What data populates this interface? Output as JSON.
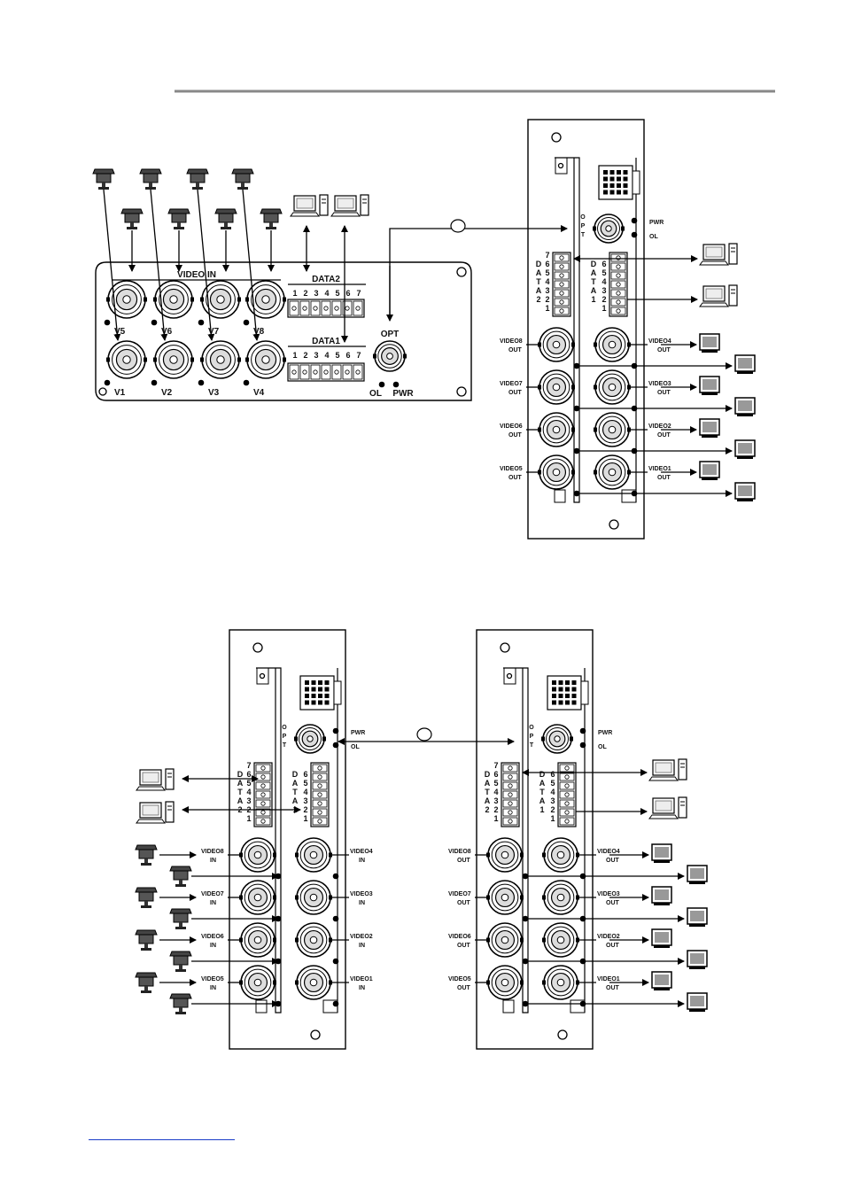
{
  "unit_a": {
    "video_in_label": "VIDEO IN",
    "top_row_labels": [
      "V5",
      "V6",
      "V7",
      "V8"
    ],
    "bottom_row_labels": [
      "V1",
      "V2",
      "V3",
      "V4"
    ],
    "data2_label": "DATA2",
    "data1_label": "DATA1",
    "pin_numbers": [
      "1",
      "2",
      "3",
      "4",
      "5",
      "6",
      "7"
    ],
    "opt_label": "OPT",
    "ol_label": "OL",
    "pwr_label": "PWR"
  },
  "card": {
    "opt_letters": [
      "O",
      "P",
      "T"
    ],
    "pwr_label": "PWR",
    "ol_label": "OL",
    "data2_letters": [
      "D",
      "A",
      "T",
      "A",
      "2"
    ],
    "data1_letters": [
      "D",
      "A",
      "T",
      "A",
      "1"
    ],
    "pins_data2": [
      "7",
      "6",
      "5",
      "4",
      "3",
      "2",
      "1"
    ],
    "pins_data1": [
      "6",
      "5",
      "4",
      "3",
      "2",
      "1"
    ],
    "out_left": [
      [
        "VIDEO8",
        "OUT"
      ],
      [
        "VIDEO7",
        "OUT"
      ],
      [
        "VIDEO6",
        "OUT"
      ],
      [
        "VIDEO5",
        "OUT"
      ]
    ],
    "out_right": [
      [
        "VIDEO4",
        "OUT"
      ],
      [
        "VIDEO3",
        "OUT"
      ],
      [
        "VIDEO2",
        "OUT"
      ],
      [
        "VIDEO1",
        "OUT"
      ]
    ],
    "in_left": [
      [
        "VIDEO8",
        "IN"
      ],
      [
        "VIDEO7",
        "IN"
      ],
      [
        "VIDEO6",
        "IN"
      ],
      [
        "VIDEO5",
        "IN"
      ]
    ],
    "in_right": [
      [
        "VIDEO4",
        "IN"
      ],
      [
        "VIDEO3",
        "IN"
      ],
      [
        "VIDEO2",
        "IN"
      ],
      [
        "VIDEO1",
        "IN"
      ]
    ]
  }
}
